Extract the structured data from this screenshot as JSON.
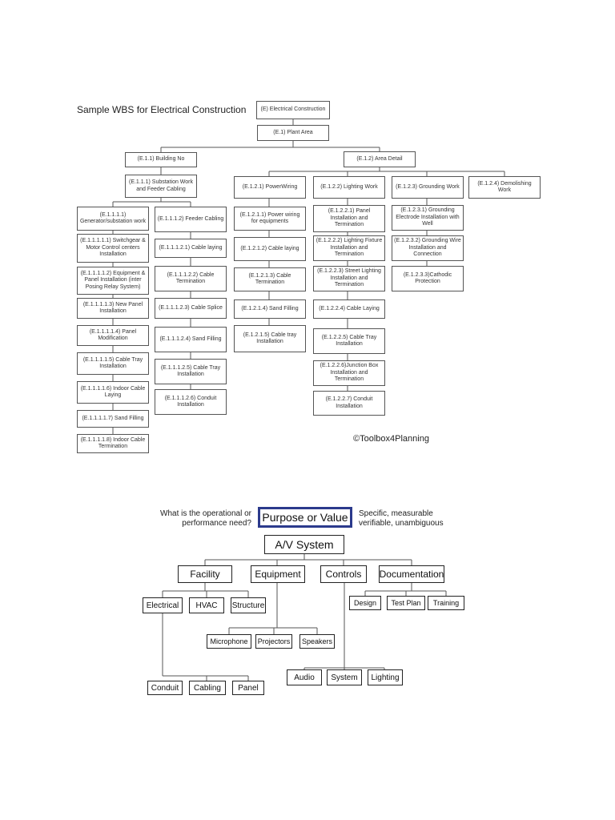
{
  "wbs1": {
    "title": "Sample WBS for Electrical Construction",
    "copyright": "©Toolbox4Planning",
    "nodes": {
      "root": "(E) Electrical Construction",
      "plant": "(E.1) Plant Area",
      "building": "(E.1.1) Building No",
      "area": "(E.1.2) Area Detail",
      "substation": "(E.1.1.1) Substation Work and Feeder Cabling",
      "power_wiring": "(E.1.2.1) PowerWiring",
      "lighting_work": "(E.1.2.2) Lighting Work",
      "grounding_work": "(E.1.2.3) Grounding Work",
      "demolishing": "(E.1.2.4) Demolishing Work",
      "gen_sub": "(E.1.1.1.1) Generator/substation work",
      "switchgear": "(E.1.1.1.1.1) Switchgear & Motor Control centers Installation",
      "equip_panel": "(E.1.1.1.1.2) Equipment & Panel Installation (inter Posing Relay System)",
      "new_panel": "(E.1.1.1.1.3) New Panel Installation",
      "panel_mod": "(E.1.1.1.1.4) Panel Modification",
      "cable_tray_a": "(E.1.1.1.1.5) Cable Tray Installation",
      "indoor_cable_lay": "(E.1.1.1.1.6) Indoor Cable Laying",
      "sand_filling_a": "(E.1.1.1.1.7) Sand Filling",
      "indoor_cable_term": "(E.1.1.1.1.8) Indoor Cable Termination",
      "feeder_cabling": "(E.1.1.1.2) Feeder Cabling",
      "cable_laying_b": "(E.1.1.1.2.1) Cable laying",
      "cable_term_b": "(E.1.1.1.2.2) Cable Termination",
      "cable_splice": "(E.1.1.1.2.3) Cable Splice",
      "sand_filling_b": "(E.1.1.1.2.4) Sand Filling",
      "cable_tray_b": "(E.1.1.1.2.5) Cable Tray Installation",
      "conduit_b": "(E.1.1.1.2.6) Conduit Installation",
      "power_wiring_equip": "(E.1.2.1.1) Power wiring for equipments",
      "cable_laying_c": "(E.1.2.1.2) Cable laying",
      "cable_term_c": "(E.1.2.1.3) Cable Termination",
      "sand_filling_c": "(E.1.2.1.4) Sand Filling",
      "cable_tray_c": "(E.1.2.1.5) Cable tray Installation",
      "panel_install": "(E.1.2.2.1) Panel Installation and Termination",
      "fixture_install": "(E.1.2.2.2) Lighting Fixture Installation and Termination",
      "street_lighting": "(E.1.2.2.3) Street Lighting Installation and Termination",
      "cable_laying_d": "(E.1.2.2.4) Cable Laying",
      "cable_tray_d": "(E.1.2.2.5) Cable Tray Installation",
      "junction_box": "(E.1.2.2.6)Junction Box Installation and Termination",
      "conduit_d": "(E.1.2.2.7) Conduit Installation",
      "grounding_electrode": "(E.1.2.3.1) Grounding Electrode Installation with Well",
      "grounding_wire": "(E.1.2.3.2) Grounding Wire Installation and Connection",
      "cathodic": "(E.1.2.3.3)Cathodic Protection"
    }
  },
  "wbs2": {
    "question": "What is the operational or performance need?",
    "purpose": "Purpose or Value",
    "criteria": "Specific, measurable verifiable, unambiguous",
    "accent_color": "#2b3a8c",
    "nodes": {
      "av": "A/V System",
      "facility": "Facility",
      "equipment": "Equipment",
      "controls": "Controls",
      "documentation": "Documentation",
      "electrical": "Electrical",
      "hvac": "HVAC",
      "structure": "Structure",
      "microphone": "Microphone",
      "projectors": "Projectors",
      "speakers": "Speakers",
      "audio": "Audio",
      "system": "System",
      "lighting": "Lighting",
      "design": "Design",
      "test_plan": "Test Plan",
      "training": "Training",
      "conduit": "Conduit",
      "cabling": "Cabling",
      "panel": "Panel"
    }
  }
}
